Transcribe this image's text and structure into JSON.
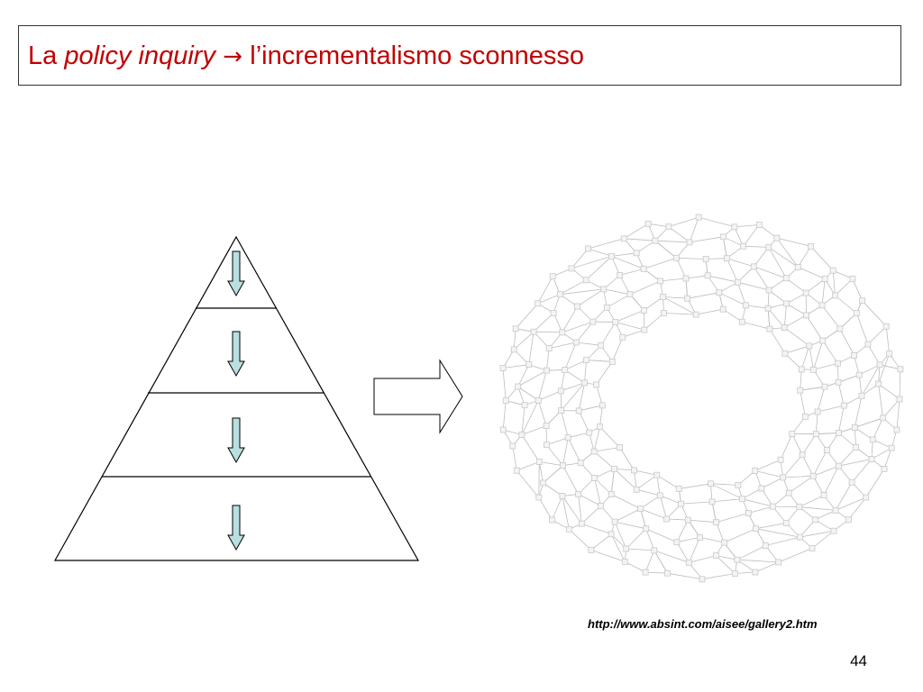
{
  "slide": {
    "title": {
      "part1": "La ",
      "emphasis": "policy inquiry",
      "arrow_glyph": " → ",
      "part2": "l’incrementalismo sconnesso"
    },
    "source_link": "http://www.absint.com/aisee/gallery2.htm",
    "page_number": "44"
  },
  "colors": {
    "title_red": "#c00000",
    "arrow_fill": "#b9dfe0",
    "network_line": "#bdbdbd",
    "network_node": "#c9c9c9"
  },
  "icons": {
    "transition_arrow": "right-block-arrow-icon",
    "level_arrow": "down-arrow-icon"
  }
}
